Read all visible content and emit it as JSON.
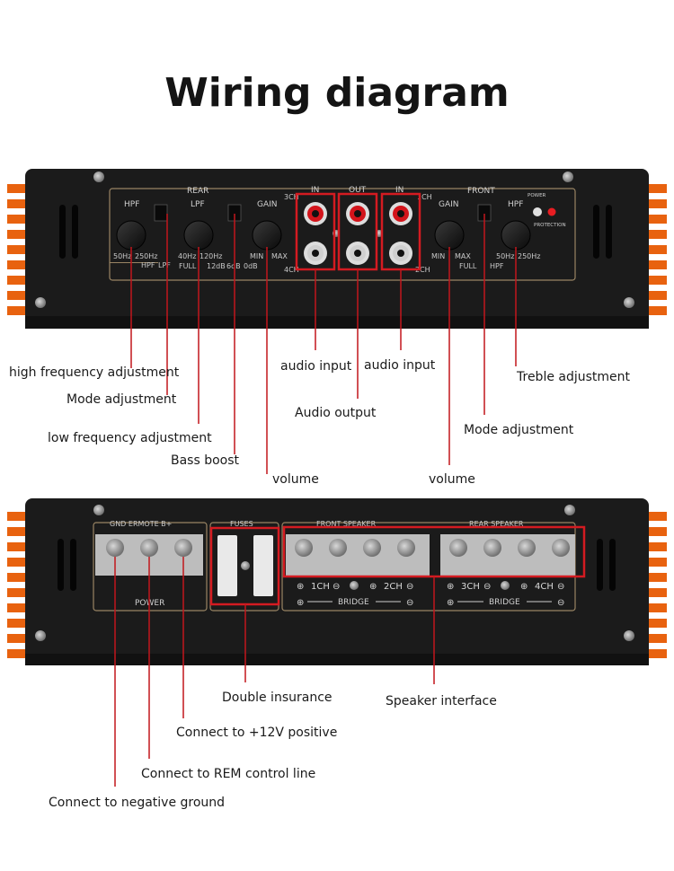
{
  "title": "Wiring diagram",
  "colors": {
    "callout": "#c2161c",
    "chassis": "#1b1b1b",
    "fins": "#e8620f",
    "panel_text": "#c9c9c9"
  },
  "top_panel": {
    "rear": "REAR",
    "front": "FRONT",
    "in": "IN",
    "out": "OUT",
    "ch3": "3CH",
    "ch4": "4CH",
    "ch1": "1CH",
    "ch2": "2CH",
    "hpf": "HPF",
    "lpf": "LPF",
    "gain": "GAIN",
    "hz50": "50Hz",
    "hz250": "250Hz",
    "hz40": "40Hz",
    "hz120": "120Hz",
    "min": "MIN",
    "max": "MAX",
    "full": "FULL",
    "db12": "12dB",
    "db6": "6dB",
    "db0": "0dB",
    "power": "POWER",
    "protection": "PROTECTION"
  },
  "bottom_panel": {
    "power_terms": "GND ERMOTE B+",
    "fuses": "FUSES",
    "front_speaker": "FRONT SPEAKER",
    "rear_speaker": "REAR SPEAKER",
    "power": "POWER",
    "ch1": "1CH",
    "ch2": "2CH",
    "ch3": "3CH",
    "ch4": "4CH",
    "bridge": "BRIDGE",
    "plus": "⊕",
    "minus": "⊖"
  },
  "labels": {
    "high_freq": "high frequency adjustment",
    "mode_left": "Mode adjustment",
    "low_freq": "low frequency adjustment",
    "bass": "Bass boost",
    "volume_left": "volume",
    "audio_in_left": "audio input",
    "audio_out": "Audio output",
    "audio_in_right": "audio input",
    "treble": "Treble adjustment",
    "mode_right": "Mode adjustment",
    "volume_right": "volume",
    "double_ins": "Double insurance",
    "speaker_if": "Speaker interface",
    "plus12": "Connect to +12V positive",
    "rem": "Connect to REM control line",
    "neg": "Connect to negative ground"
  }
}
